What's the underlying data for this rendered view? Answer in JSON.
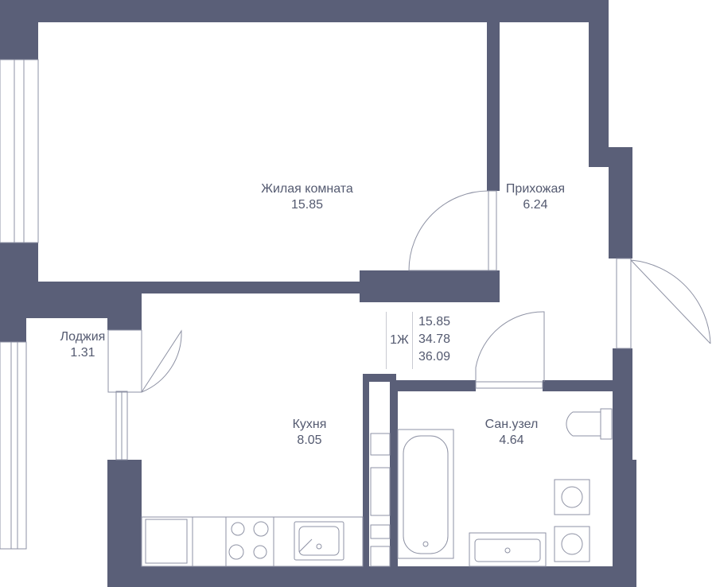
{
  "colors": {
    "wall": "#5a5f78",
    "line": "#8e92a4",
    "text": "#545a70"
  },
  "rooms": [
    {
      "id": "living",
      "name": "Жилая комната",
      "area": "15.85"
    },
    {
      "id": "hall",
      "name": "Прихожая",
      "area": "6.24"
    },
    {
      "id": "loggia",
      "name": "Лоджия",
      "area": "1.31"
    },
    {
      "id": "kitchen",
      "name": "Кухня",
      "area": "8.05"
    },
    {
      "id": "bath",
      "name": "Сан.узел",
      "area": "4.64"
    }
  ],
  "summary": {
    "type": "1Ж",
    "living_area": "15.85",
    "total_area": "34.78",
    "total_with_loggia": "36.09"
  }
}
